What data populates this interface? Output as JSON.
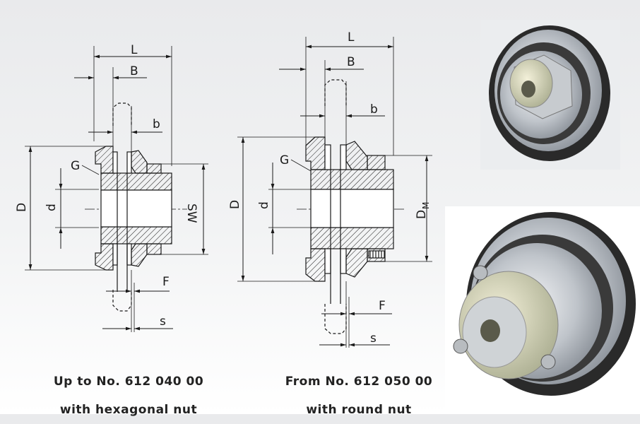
{
  "left_drawing": {
    "labels": {
      "L": "L",
      "B": "B",
      "b": "b",
      "G": "G",
      "D": "D",
      "d": "d",
      "SW": "SW",
      "F": "F",
      "s": "s"
    },
    "caption_line1": "Up to No. 612 040 00",
    "caption_line2": "with hexagonal nut"
  },
  "right_drawing": {
    "labels": {
      "L": "L",
      "B": "B",
      "b": "b",
      "G": "G",
      "D": "D",
      "d": "d",
      "DM_main": "D",
      "DM_sub": "M",
      "F": "F",
      "s": "s"
    },
    "caption_line1": "From No. 612 050 00",
    "caption_line2": "with round nut"
  },
  "colors": {
    "line": "#1a1a1a",
    "section": "#b0243a",
    "steel": "#c9cdd2",
    "lining": "#2b2b2b"
  }
}
